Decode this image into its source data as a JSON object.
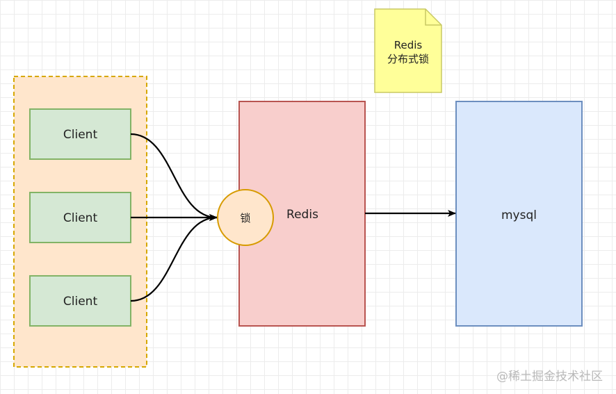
{
  "note": {
    "line1": "Redis",
    "line2": "分布式锁"
  },
  "clients": [
    {
      "label": "Client"
    },
    {
      "label": "Client"
    },
    {
      "label": "Client"
    }
  ],
  "lock": {
    "label": "锁"
  },
  "redis": {
    "label": "Redis"
  },
  "mysql": {
    "label": "mysql"
  },
  "watermark": {
    "text": "@稀土掘金技术社区"
  },
  "colors": {
    "client_group_fill": "#ffe6cc",
    "client_group_border": "#d6a800",
    "client_fill": "#d5e8d4",
    "client_border": "#82b366",
    "redis_fill": "#f8cecc",
    "redis_border": "#b85450",
    "mysql_fill": "#dae8fc",
    "mysql_border": "#6c8ebf",
    "lock_fill": "#ffe6cc",
    "lock_border": "#d79b00",
    "note_fill": "#ffff99",
    "note_border": "#c8c864",
    "arrow": "#000000"
  }
}
